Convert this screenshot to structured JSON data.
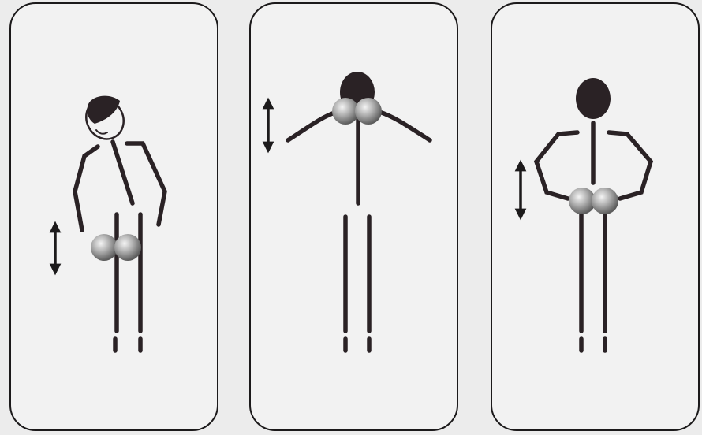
{
  "colors": {
    "background": "#ececec",
    "panel_fill": "#f2f2f2",
    "panel_border": "#1c1a1b",
    "figure": "#2a2225",
    "roller_bar": "#b9b9b9",
    "roller_ball_light": "#d8d8d8",
    "roller_ball_dark": "#6e6e6e",
    "arrow": "#1c1a1b"
  },
  "panels": [
    {
      "id": "step-1",
      "pose": "head-tilted-roller-at-thighs",
      "icons": [
        "person-figure-icon",
        "massage-roller-icon",
        "up-down-arrow-icon"
      ]
    },
    {
      "id": "step-2",
      "pose": "roller-behind-neck",
      "icons": [
        "person-figure-icon",
        "massage-roller-icon",
        "up-down-arrow-icon"
      ]
    },
    {
      "id": "step-3",
      "pose": "roller-at-lower-back",
      "icons": [
        "person-figure-icon",
        "massage-roller-icon",
        "up-down-arrow-icon"
      ]
    }
  ]
}
